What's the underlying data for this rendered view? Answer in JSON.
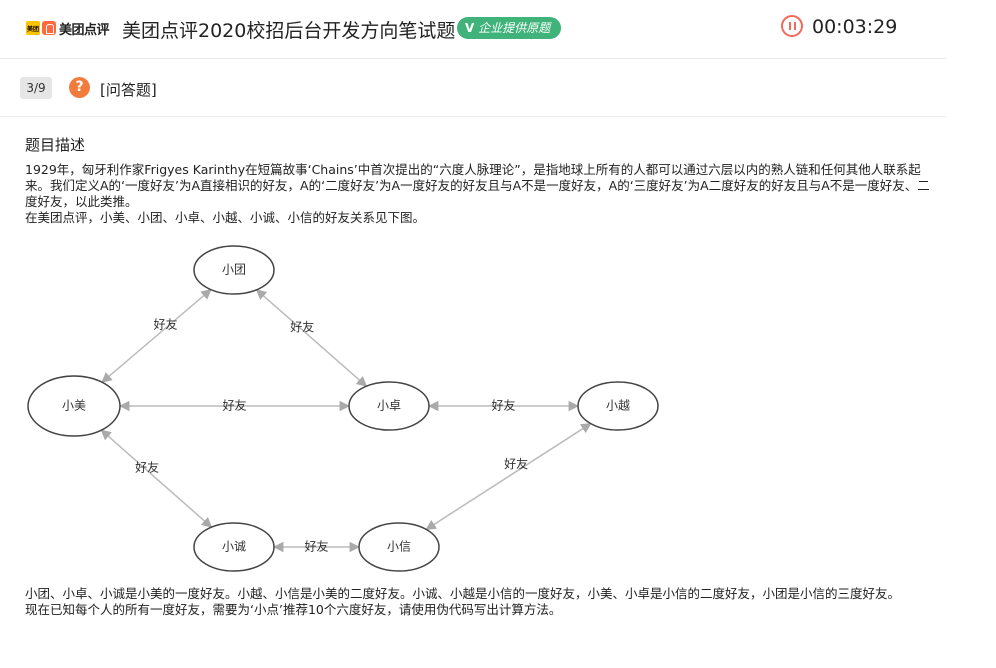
{
  "header": {
    "brand_logo_text": "美团点评",
    "exam_title": "美团点评2020校招后台开发方向笔试题",
    "badge_v": "V",
    "badge_label": "企业提供原题",
    "timer": "00:03:29"
  },
  "question": {
    "progress": "3/9",
    "type": "[问答题]",
    "section_title": "题目描述",
    "paragraphs": [
      "1929年，匈牙利作家Frigyes Karinthy在短篇故事‘Chains’中首次提出的“六度人脉理论”，是指地球上所有的人都可以通过六层以内的熟人链和任何其他人联系起来。我们定义A的‘一度好友’为A直接相识的好友，A的‘二度好友’为A一度好友的好友且与A不是一度好友，A的‘三度好友’为A二度好友的好友且与A不是一度好友、二度好友，以此类推。",
      "在美团点评，小美、小团、小卓、小越、小诚、小信的好友关系见下图。"
    ],
    "after_paragraphs": [
      "小团、小卓、小诚是小美的一度好友。小越、小信是小美的二度好友。小诚、小越是小信的一度好友，小美、小卓是小信的二度好友，小团是小信的三度好友。",
      "现在已知每个人的所有一度好友，需要为‘小点’推荐10个六度好友，请使用伪代码写出计算方法。"
    ]
  },
  "graph": {
    "nodes": {
      "xiaotuan": "小团",
      "xiaomei": "小美",
      "xiaozhuo": "小卓",
      "xiaoyue": "小越",
      "xiaocheng": "小诚",
      "xiaoxin": "小信"
    },
    "edge_label": "好友",
    "edges": [
      [
        "xiaomei",
        "xiaotuan"
      ],
      [
        "xiaotuan",
        "xiaozhuo"
      ],
      [
        "xiaomei",
        "xiaozhuo"
      ],
      [
        "xiaozhuo",
        "xiaoyue"
      ],
      [
        "xiaomei",
        "xiaocheng"
      ],
      [
        "xiaocheng",
        "xiaoxin"
      ],
      [
        "xiaoxin",
        "xiaoyue"
      ]
    ]
  }
}
